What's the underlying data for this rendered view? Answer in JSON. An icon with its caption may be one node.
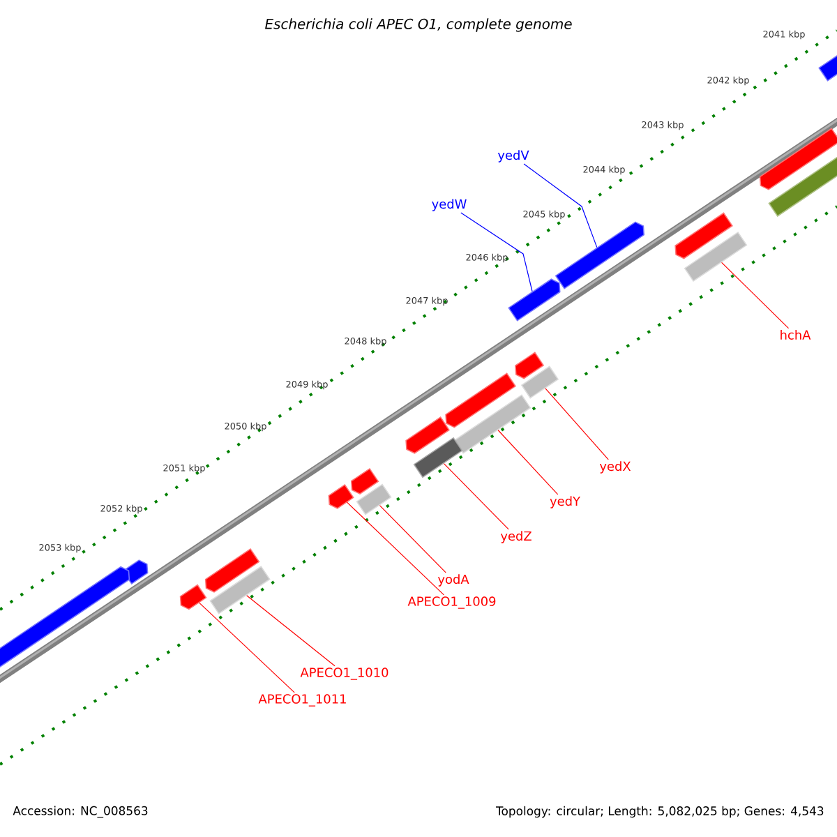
{
  "diagram": {
    "title": "Escherichia coli APEC O1, complete genome",
    "nodes": [
      {
        "text": [
          "yedV"
        ]
      },
      {
        "text": [
          "yedW"
        ]
      },
      {
        "text": [
          "hchA"
        ]
      },
      {
        "text": [
          "yedX"
        ]
      },
      {
        "text": [
          "yedY"
        ]
      },
      {
        "text": [
          "yedZ"
        ]
      },
      {
        "text": [
          "yodA"
        ]
      },
      {
        "text": [
          "APECO1_1009"
        ]
      },
      {
        "text": [
          "APECO1_1010"
        ]
      },
      {
        "text": [
          "APECO1_1011"
        ]
      },
      {
        "text": [],
        "shape": "arrow"
      },
      {
        "text": [],
        "shape": "arrow"
      },
      {
        "text": [],
        "shape": "bar"
      },
      {
        "text": [],
        "shape": "arrow"
      },
      {
        "text": [],
        "shape": "bar"
      },
      {
        "text": [],
        "shape": "arrow"
      },
      {
        "text": [],
        "shape": "arrow"
      },
      {
        "text": [],
        "shape": "arrow"
      },
      {
        "text": [],
        "shape": "bar"
      },
      {
        "text": [],
        "shape": "arrow"
      },
      {
        "text": [],
        "shape": "bar"
      },
      {
        "text": [],
        "shape": "arrow"
      },
      {
        "text": [],
        "shape": "bar"
      },
      {
        "text": [],
        "shape": "arrow"
      },
      {
        "text": [],
        "shape": "bar"
      },
      {
        "text": [],
        "shape": "arrow"
      },
      {
        "text": [],
        "shape": "arrow"
      },
      {
        "text": [],
        "shape": "arrow"
      },
      {
        "text": [],
        "shape": "bar"
      },
      {
        "text": [],
        "shape": "arrow"
      },
      {
        "text": [],
        "shape": "arrow"
      }
    ],
    "edges": [
      {
        "from": 0,
        "to": 15,
        "arrow": "none",
        "color": "#0000ff"
      },
      {
        "from": 1,
        "to": 16,
        "arrow": "none",
        "color": "#0000ff"
      },
      {
        "from": 2,
        "to": 14,
        "arrow": "none"
      },
      {
        "from": 3,
        "to": 18,
        "arrow": "none"
      },
      {
        "from": 4,
        "to": 20,
        "arrow": "none"
      },
      {
        "from": 5,
        "to": 22,
        "arrow": "none"
      },
      {
        "from": 6,
        "to": 24,
        "arrow": "none"
      },
      {
        "from": 7,
        "to": 25,
        "arrow": "none"
      },
      {
        "from": 8,
        "to": 28,
        "arrow": "none"
      },
      {
        "from": 9,
        "to": 29,
        "arrow": "none"
      }
    ],
    "labels": [
      "2041 kbp",
      "2042 kbp",
      "2043 kbp",
      "2044 kbp",
      "2045 kbp",
      "2046 kbp",
      "2047 kbp",
      "2048 kbp",
      "2049 kbp",
      "2050 kbp",
      "2051 kbp",
      "2052 kbp",
      "2053 kbp",
      "Accession: NC_008563",
      "Topology: circular; Length: 5,082,025 bp; Genes: 4,543"
    ]
  }
}
